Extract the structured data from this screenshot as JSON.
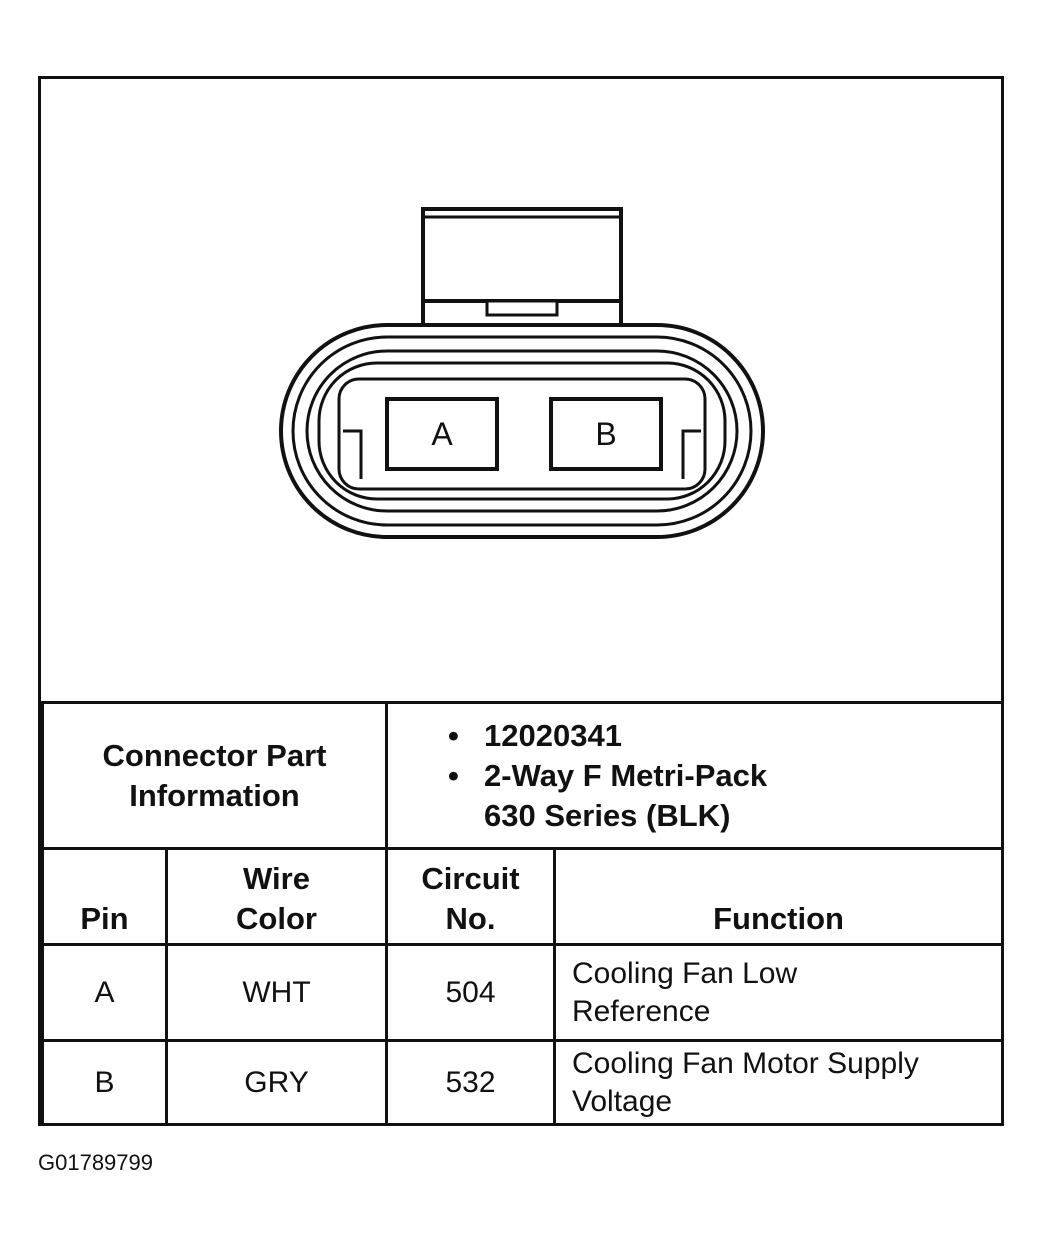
{
  "connector": {
    "pins": [
      "A",
      "B"
    ]
  },
  "part_info": {
    "label_line1": "Connector Part",
    "label_line2": "Information",
    "items": [
      "12020341",
      "2-Way F Metri-Pack",
      "630 Series (BLK)"
    ]
  },
  "table": {
    "headers": {
      "pin": "Pin",
      "wire_color_line1": "Wire",
      "wire_color_line2": "Color",
      "circuit_line1": "Circuit",
      "circuit_line2": "No.",
      "function": "Function"
    },
    "rows": [
      {
        "pin": "A",
        "wire_color": "WHT",
        "circuit": "504",
        "function_line1": "Cooling Fan Low",
        "function_line2": "Reference"
      },
      {
        "pin": "B",
        "wire_color": "GRY",
        "circuit": "532",
        "function_line1": "Cooling Fan Motor Supply",
        "function_line2": "Voltage"
      }
    ]
  },
  "figure_id": "G01789799"
}
